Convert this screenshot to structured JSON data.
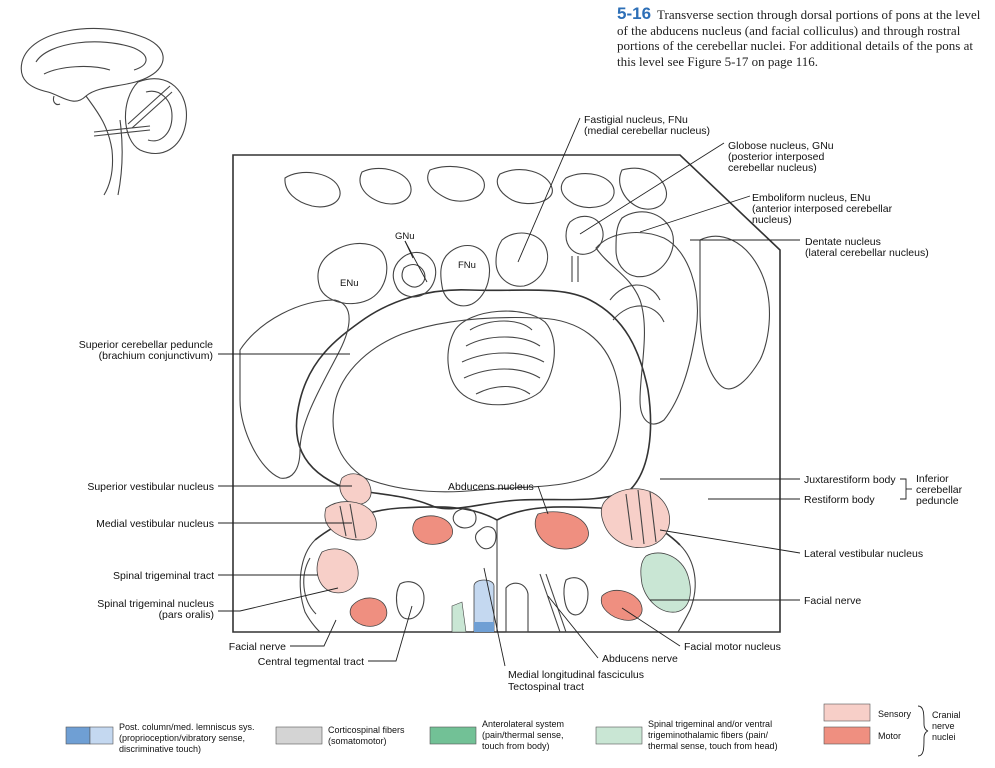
{
  "caption": {
    "number": "5-16",
    "text": "Transverse section through dorsal portions of pons at the level of the abducens nucleus (and facial colliculus) and through rostral portions of the cerebellar nuclei. For additional details of the pons at this level see Figure 5-17 on page 116."
  },
  "labels": {
    "fnu": [
      "Fastigial nucleus, FNu",
      "(medial cerebellar nucleus)"
    ],
    "gnu": [
      "Globose nucleus, GNu",
      "(posterior interposed",
      "cerebellar nucleus)"
    ],
    "enu": [
      "Emboliform nucleus, ENu",
      "(anterior interposed cerebellar",
      "nucleus)"
    ],
    "dentate": [
      "Dentate nucleus",
      "(lateral cerebellar nucleus)"
    ],
    "scp": [
      "Superior cerebellar peduncle",
      "(brachium conjunctivum)"
    ],
    "gnu_short": "GNu",
    "fnu_short": "FNu",
    "enu_short": "ENu",
    "abducens_nucleus": "Abducens nucleus",
    "sup_vest": "Superior vestibular nucleus",
    "med_vest": "Medial vestibular nucleus",
    "spinal_trig_tract": "Spinal trigeminal tract",
    "spinal_trig_nucleus": [
      "Spinal trigeminal nucleus",
      "(pars oralis)"
    ],
    "facial_nerve_left": "Facial nerve",
    "central_tegmental": "Central tegmental tract",
    "mlf": [
      "Medial longitudinal fasciculus",
      "Tectospinal tract"
    ],
    "abducens_nerve": "Abducens nerve",
    "facial_motor": "Facial motor nucleus",
    "facial_nerve_right": "Facial nerve",
    "lat_vest": "Lateral vestibular nucleus",
    "juxtarestiform": "Juxtarestiform body",
    "restiform": "Restiform body",
    "icp": [
      "Inferior",
      "cerebellar",
      "peduncle"
    ]
  },
  "legend": {
    "post_column": [
      "Post. column/med. lemniscus sys.",
      "(proprioception/vibratory sense,",
      "discriminative touch)"
    ],
    "corticospinal": [
      "Corticospinal fibers",
      "(somatomotor)"
    ],
    "anterolateral": [
      "Anterolateral system",
      "(pain/thermal sense,",
      "touch from body)"
    ],
    "spinal_trig": [
      "Spinal trigeminal and/or ventral",
      "trigeminothalamic fibers (pain/",
      "thermal sense, touch from head)"
    ],
    "sensory": "Sensory",
    "motor": "Motor",
    "cranial": [
      "Cranial",
      "nerve",
      "nuclei"
    ]
  },
  "colors": {
    "sensory": "#f7cfc8",
    "motor": "#ef8f80",
    "post_column_dark": "#6f9fd4",
    "post_column_light": "#c4d8f0",
    "corticospinal": "#d4d4d4",
    "anterolateral": "#72c196",
    "spinal_trig": "#c9e6d4",
    "fignum": "#2d6fb7"
  }
}
